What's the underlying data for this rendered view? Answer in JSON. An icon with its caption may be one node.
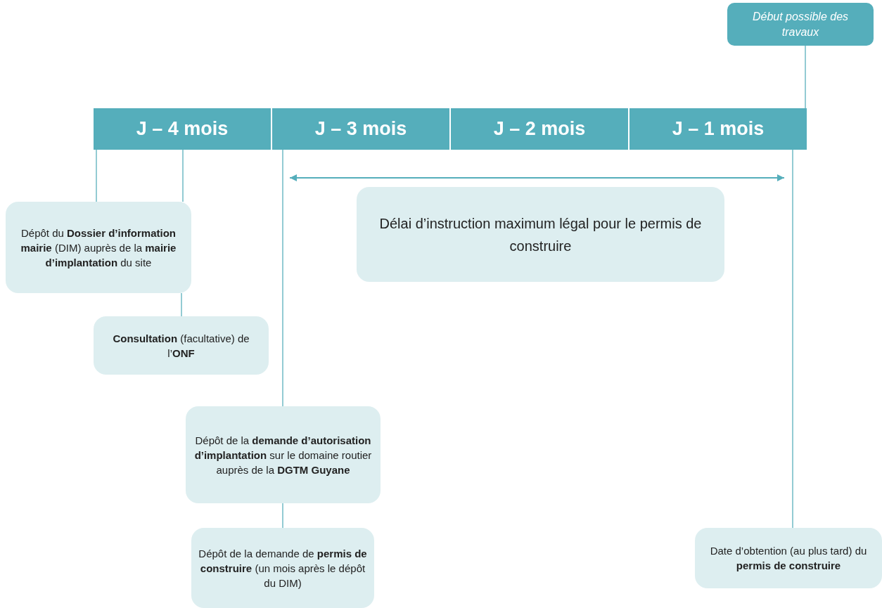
{
  "diagram": {
    "nodes": [
      {
        "text": [
          "Début possible des travaux"
        ]
      },
      {
        "text": [
          "J – 4 mois"
        ]
      },
      {
        "text": [
          "J – 3 mois"
        ]
      },
      {
        "text": [
          "J – 2 mois"
        ]
      },
      {
        "text": [
          "J – 1 mois"
        ]
      },
      {
        "text": [
          "Délai d’instruction maximum légal pour le permis de construire"
        ]
      },
      {
        "text": [
          "Dépôt du **Dossier d’information mairie** (DIM) auprès de la **mairie d’implantation** du site"
        ]
      },
      {
        "text": [
          "**Consultation** (facultative) de l’**ONF**"
        ]
      },
      {
        "text": [
          "Dépôt de la **demande d’autorisation d’implantation** sur le domaine routier auprès de la **DGTM Guyane**"
        ]
      },
      {
        "text": [
          "Dépôt de la demande de **permis de construire** (un mois après le dépôt du DIM)"
        ]
      },
      {
        "text": [
          "Date d’obtention (au plus tard) du **permis de construire**"
        ]
      }
    ],
    "edges": [
      {
        "from": 0,
        "to": 4,
        "arrow": "none"
      },
      {
        "from": 1,
        "to": 6,
        "arrow": "none"
      },
      {
        "from": 1,
        "to": 6,
        "arrow": "none"
      },
      {
        "from": 6,
        "to": 7,
        "arrow": "none"
      },
      {
        "from": 2,
        "to": 8,
        "arrow": "none"
      },
      {
        "from": 8,
        "to": 9,
        "arrow": "none"
      },
      {
        "from": 4,
        "to": 10,
        "arrow": "none"
      }
    ]
  }
}
